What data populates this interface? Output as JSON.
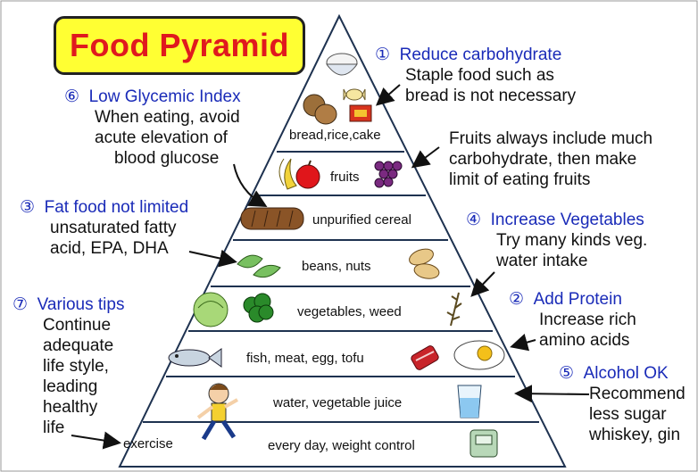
{
  "title": "Food Pyramid",
  "levels": {
    "top": "bread,rice,cake",
    "fruits": "fruits",
    "cereal": "unpurified cereal",
    "beans": "beans, nuts",
    "veg": "vegetables, weed",
    "fish": "fish, meat, egg, tofu",
    "water": "water, vegetable juice",
    "exercise": "exercise",
    "daily": "every day, weight control"
  },
  "notes": {
    "n1": {
      "num": "①",
      "head": "Reduce carbohydrate",
      "l1": "Staple food such as",
      "l2": "bread is not necessary"
    },
    "n6": {
      "num": "⑥",
      "head": "Low Glycemic Index",
      "l1": "When eating, avoid",
      "l2": "acute elevation of",
      "l3": "blood glucose"
    },
    "fruits": {
      "l1": "Fruits always include much",
      "l2": "carbohydrate, then make",
      "l3": "limit of eating fruits"
    },
    "n3": {
      "num": "③",
      "head": "Fat food not limited",
      "l1": "unsaturated fatty",
      "l2": "acid, EPA, DHA"
    },
    "n4": {
      "num": "④",
      "head": "Increase Vegetables",
      "l1": "Try many kinds veg.",
      "l2": "water intake"
    },
    "n7": {
      "num": "⑦",
      "head": "Various tips",
      "l1": "Continue",
      "l2": "adequate",
      "l3": "life style,",
      "l4": "leading",
      "l5": "healthy",
      "l6": "life"
    },
    "n2": {
      "num": "②",
      "head": "Add Protein",
      "l1": "Increase rich",
      "l2": "amino acids"
    },
    "n5": {
      "num": "⑤",
      "head": "Alcohol OK",
      "l1": "Recommend",
      "l2": "less sugar",
      "l3": "whiskey, gin"
    }
  },
  "colors": {
    "title_bg": "#ffff33",
    "title_text": "#e0191e",
    "heading": "#1a2bb8"
  }
}
